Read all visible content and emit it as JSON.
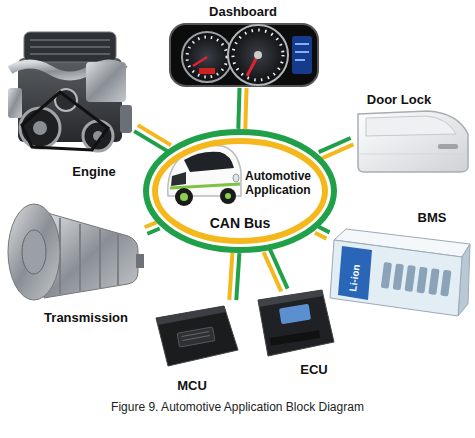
{
  "diagram": {
    "caption": "Figure 9. Automotive Application Block Diagram",
    "nodes": [
      {
        "text": [
          "Dashboard"
        ]
      },
      {
        "text": [
          "Engine"
        ]
      },
      {
        "text": [
          "Door Lock"
        ]
      },
      {
        "text": [
          "Automotive Application",
          "CAN Bus"
        ]
      },
      {
        "text": [
          "BMS"
        ]
      },
      {
        "text": [
          "Transmission"
        ]
      },
      {
        "text": [
          "MCU"
        ]
      },
      {
        "text": [
          "ECU"
        ]
      }
    ],
    "edges": [
      {
        "from": 3,
        "to": 0,
        "arrow": "none"
      },
      {
        "from": 3,
        "to": 1,
        "arrow": "none"
      },
      {
        "from": 3,
        "to": 2,
        "arrow": "none"
      },
      {
        "from": 3,
        "to": 4,
        "arrow": "none"
      },
      {
        "from": 3,
        "to": 5,
        "arrow": "none"
      },
      {
        "from": 3,
        "to": 6,
        "arrow": "none"
      },
      {
        "from": 3,
        "to": 7,
        "arrow": "none"
      }
    ],
    "labels": [
      "Li-ion"
    ]
  }
}
